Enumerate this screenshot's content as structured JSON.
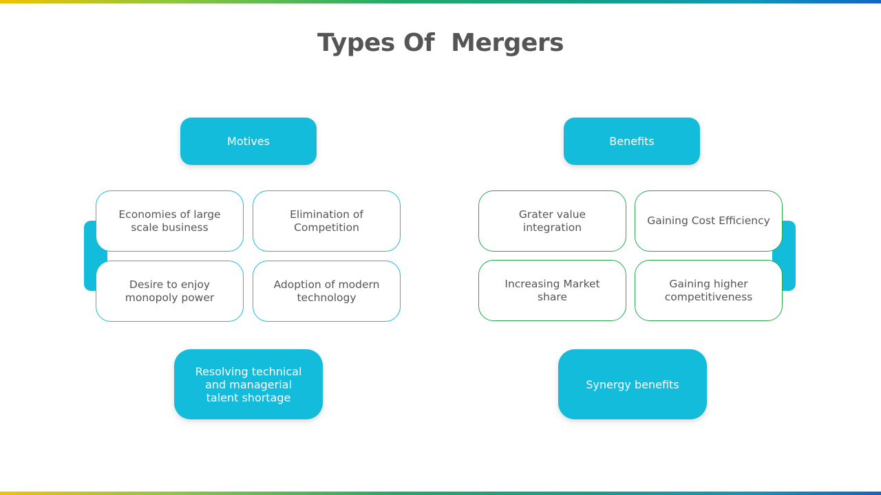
{
  "title": "Types Of  Mergers",
  "colors": {
    "accent": "#13bcdb",
    "motives_border": "#13bcdb",
    "benefits_border": "#23a94a",
    "text": "#555555"
  },
  "motives": {
    "header": "Motives",
    "items": [
      "Economies of large scale business",
      "Elimination of Competition",
      "Desire to enjoy monopoly power",
      "Adoption of modern technology"
    ],
    "footer": "Resolving technical and managerial talent shortage"
  },
  "benefits": {
    "header": "Benefits",
    "items": [
      "Grater value integration",
      "Gaining Cost Efficiency",
      "Increasing Market share",
      "Gaining higher competitiveness"
    ],
    "footer": "Synergy benefits"
  }
}
